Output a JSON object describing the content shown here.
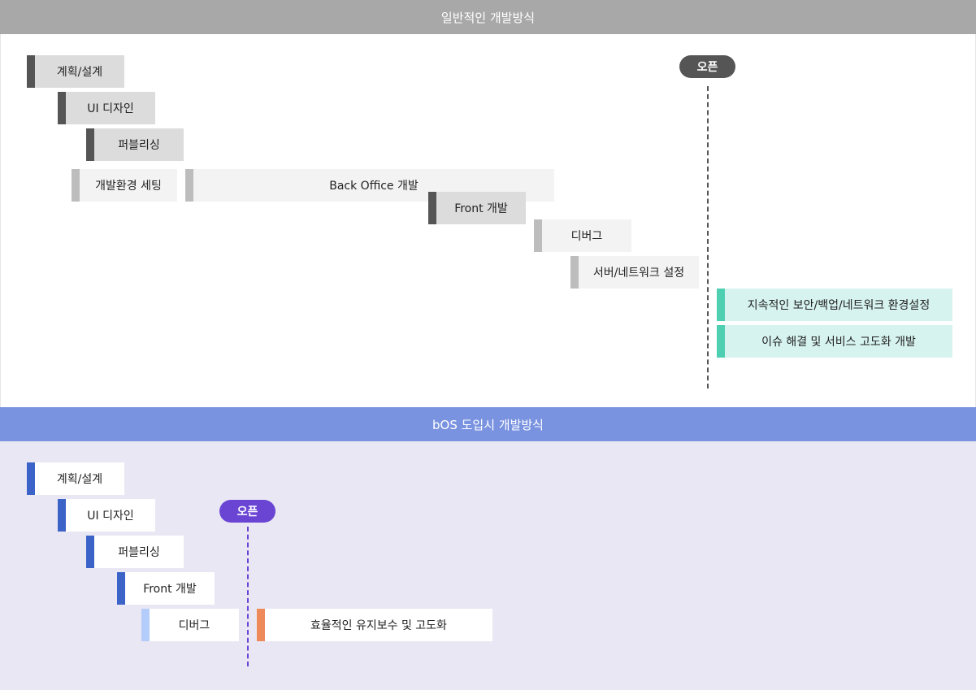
{
  "sections": {
    "conventional": {
      "title": "일반적인 개발방식",
      "open_label": "오픈",
      "tasks": [
        {
          "label": "계획/설계"
        },
        {
          "label": "UI 디자인"
        },
        {
          "label": "퍼블리싱"
        },
        {
          "label": "개발환경 세팅"
        },
        {
          "label": "Back Office 개발"
        },
        {
          "label": "Front 개발"
        },
        {
          "label": "디버그"
        },
        {
          "label": "서버/네트워크 설정"
        },
        {
          "label": "지속적인 보안/백업/네트워크 환경설정"
        },
        {
          "label": "이슈 해결 및 서비스 고도화 개발"
        }
      ]
    },
    "bos": {
      "title": "bOS 도입시 개발방식",
      "open_label": "오픈",
      "tasks": [
        {
          "label": "계획/설계"
        },
        {
          "label": "UI 디자인"
        },
        {
          "label": "퍼블리싱"
        },
        {
          "label": "Front 개발"
        },
        {
          "label": "디버그"
        },
        {
          "label": "효율적인 유지보수 및 고도화"
        }
      ]
    }
  },
  "colors": {
    "header_gray": "#a8a8a8",
    "header_blue": "#7a93e0",
    "accent_dark": "#555555",
    "accent_light_gray": "#bdbdbd",
    "accent_teal": "#4ecfb2",
    "accent_blue": "#3c64c8",
    "accent_pale_blue": "#b4ccfa",
    "accent_orange": "#ee8a5a",
    "open_purple": "#6a45d4",
    "bottom_background": "#e9e7f3"
  }
}
